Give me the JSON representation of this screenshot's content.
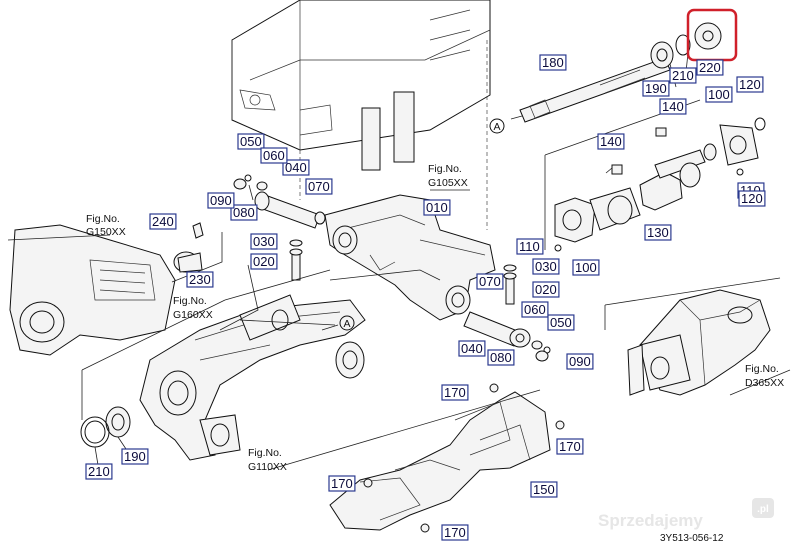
{
  "labels": {
    "p010": "010",
    "p020a": "020",
    "p020b": "020",
    "p030a": "030",
    "p030b": "030",
    "p040a": "040",
    "p040b": "040",
    "p050a": "050",
    "p050b": "050",
    "p060a": "060",
    "p060b": "060",
    "p070a": "070",
    "p070b": "070",
    "p080a": "080",
    "p080b": "080",
    "p090a": "090",
    "p090b": "090",
    "p100a": "100",
    "p100b": "100",
    "p110a": "110",
    "p110b": "110",
    "p120a": "120",
    "p120b": "120",
    "p130": "130",
    "p140a": "140",
    "p140b": "140",
    "p150": "150",
    "p170a": "170",
    "p170b": "170",
    "p170c": "170",
    "p170d": "170",
    "p180": "180",
    "p190a": "190",
    "p190b": "190",
    "p210a": "210",
    "p210b": "210",
    "p220": "220",
    "p230": "230",
    "p240": "240"
  },
  "refs": {
    "fig_label": "Fig.No.",
    "g105": "G105XX",
    "g150": "G150XX",
    "g160": "G160XX",
    "g110": "G110XX",
    "d365": "D365XX"
  },
  "markers": {
    "a1": "A",
    "a2": "A"
  },
  "diagram_code": "3Y513-056-12",
  "watermark": "Sprzedajemy",
  "watermark_tld": ".pl",
  "highlight_color": "#d0202a",
  "label_box_color": "#2b3a8f"
}
